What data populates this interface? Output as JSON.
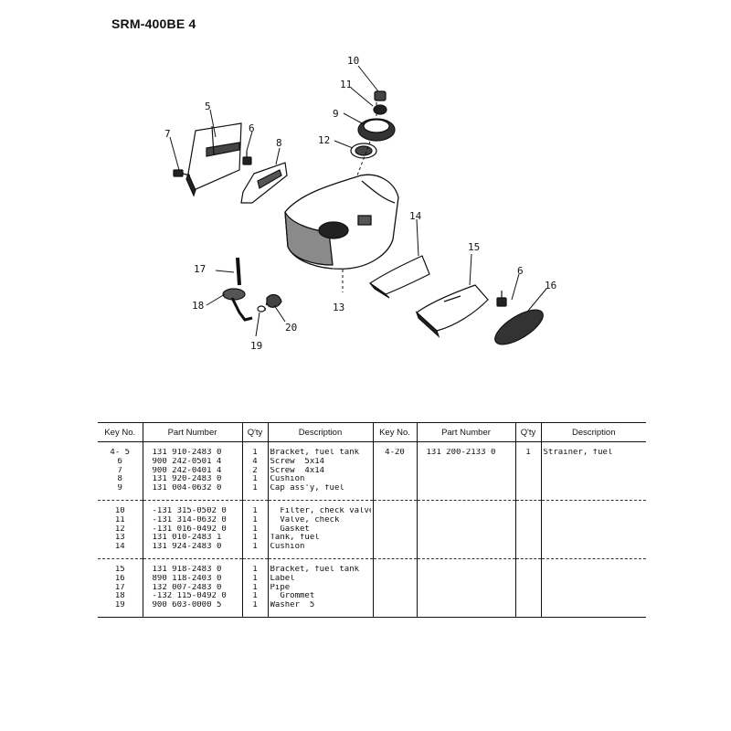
{
  "title": "SRM-400BE 4",
  "diagram": {
    "callouts": [
      "10",
      "11",
      "9",
      "12",
      "5",
      "6",
      "7",
      "8",
      "14",
      "15",
      "6",
      "16",
      "17",
      "18",
      "20",
      "19",
      "13"
    ]
  },
  "table": {
    "headers": [
      "Key No.",
      "Part Number",
      "Q'ty",
      "Description",
      "Key No.",
      "Part Number",
      "Q'ty",
      "Description"
    ],
    "groups": [
      {
        "key": [
          "4- 5",
          "6",
          "7",
          "8",
          "9"
        ],
        "part": [
          "131 910-2483 0",
          "900 242-0501 4",
          "900 242-0401 4",
          "131 920-2483 0",
          "131 004-0632 0"
        ],
        "qty": [
          "1",
          "4",
          "2",
          "1",
          "1"
        ],
        "desc": [
          "Bracket, fuel tank",
          "Screw  5x14",
          "Screw  4x14",
          "Cushion",
          "Cap ass'y, fuel"
        ],
        "key2": [
          "4-20"
        ],
        "part2": [
          "131 200-2133 0"
        ],
        "qty2": [
          "1"
        ],
        "desc2": [
          "Strainer, fuel"
        ]
      },
      {
        "key": [
          "10",
          "11",
          "12",
          "13",
          "14"
        ],
        "part": [
          "-131 315-0502 0",
          "-131 314-0632 0",
          "-131 016-0492 0",
          "131 010-2483 1",
          "131 924-2483 0"
        ],
        "qty": [
          "1",
          "1",
          "1",
          "1",
          "1"
        ],
        "desc": [
          "  Filter, check valve",
          "  Valve, check",
          "  Gasket",
          "Tank, fuel",
          "Cushion"
        ],
        "key2": [],
        "part2": [],
        "qty2": [],
        "desc2": []
      },
      {
        "key": [
          "15",
          "16",
          "17",
          "18",
          "19"
        ],
        "part": [
          "131 918-2483 0",
          "890 118-2403 0",
          "132 007-2483 0",
          "-132 115-0492 0",
          "900 603-0000 5"
        ],
        "qty": [
          "1",
          "1",
          "1",
          "1",
          "1"
        ],
        "desc": [
          "Bracket, fuel tank",
          "Label",
          "Pipe",
          "  Grommet",
          "Washer  5"
        ],
        "key2": [],
        "part2": [],
        "qty2": [],
        "desc2": []
      }
    ]
  }
}
